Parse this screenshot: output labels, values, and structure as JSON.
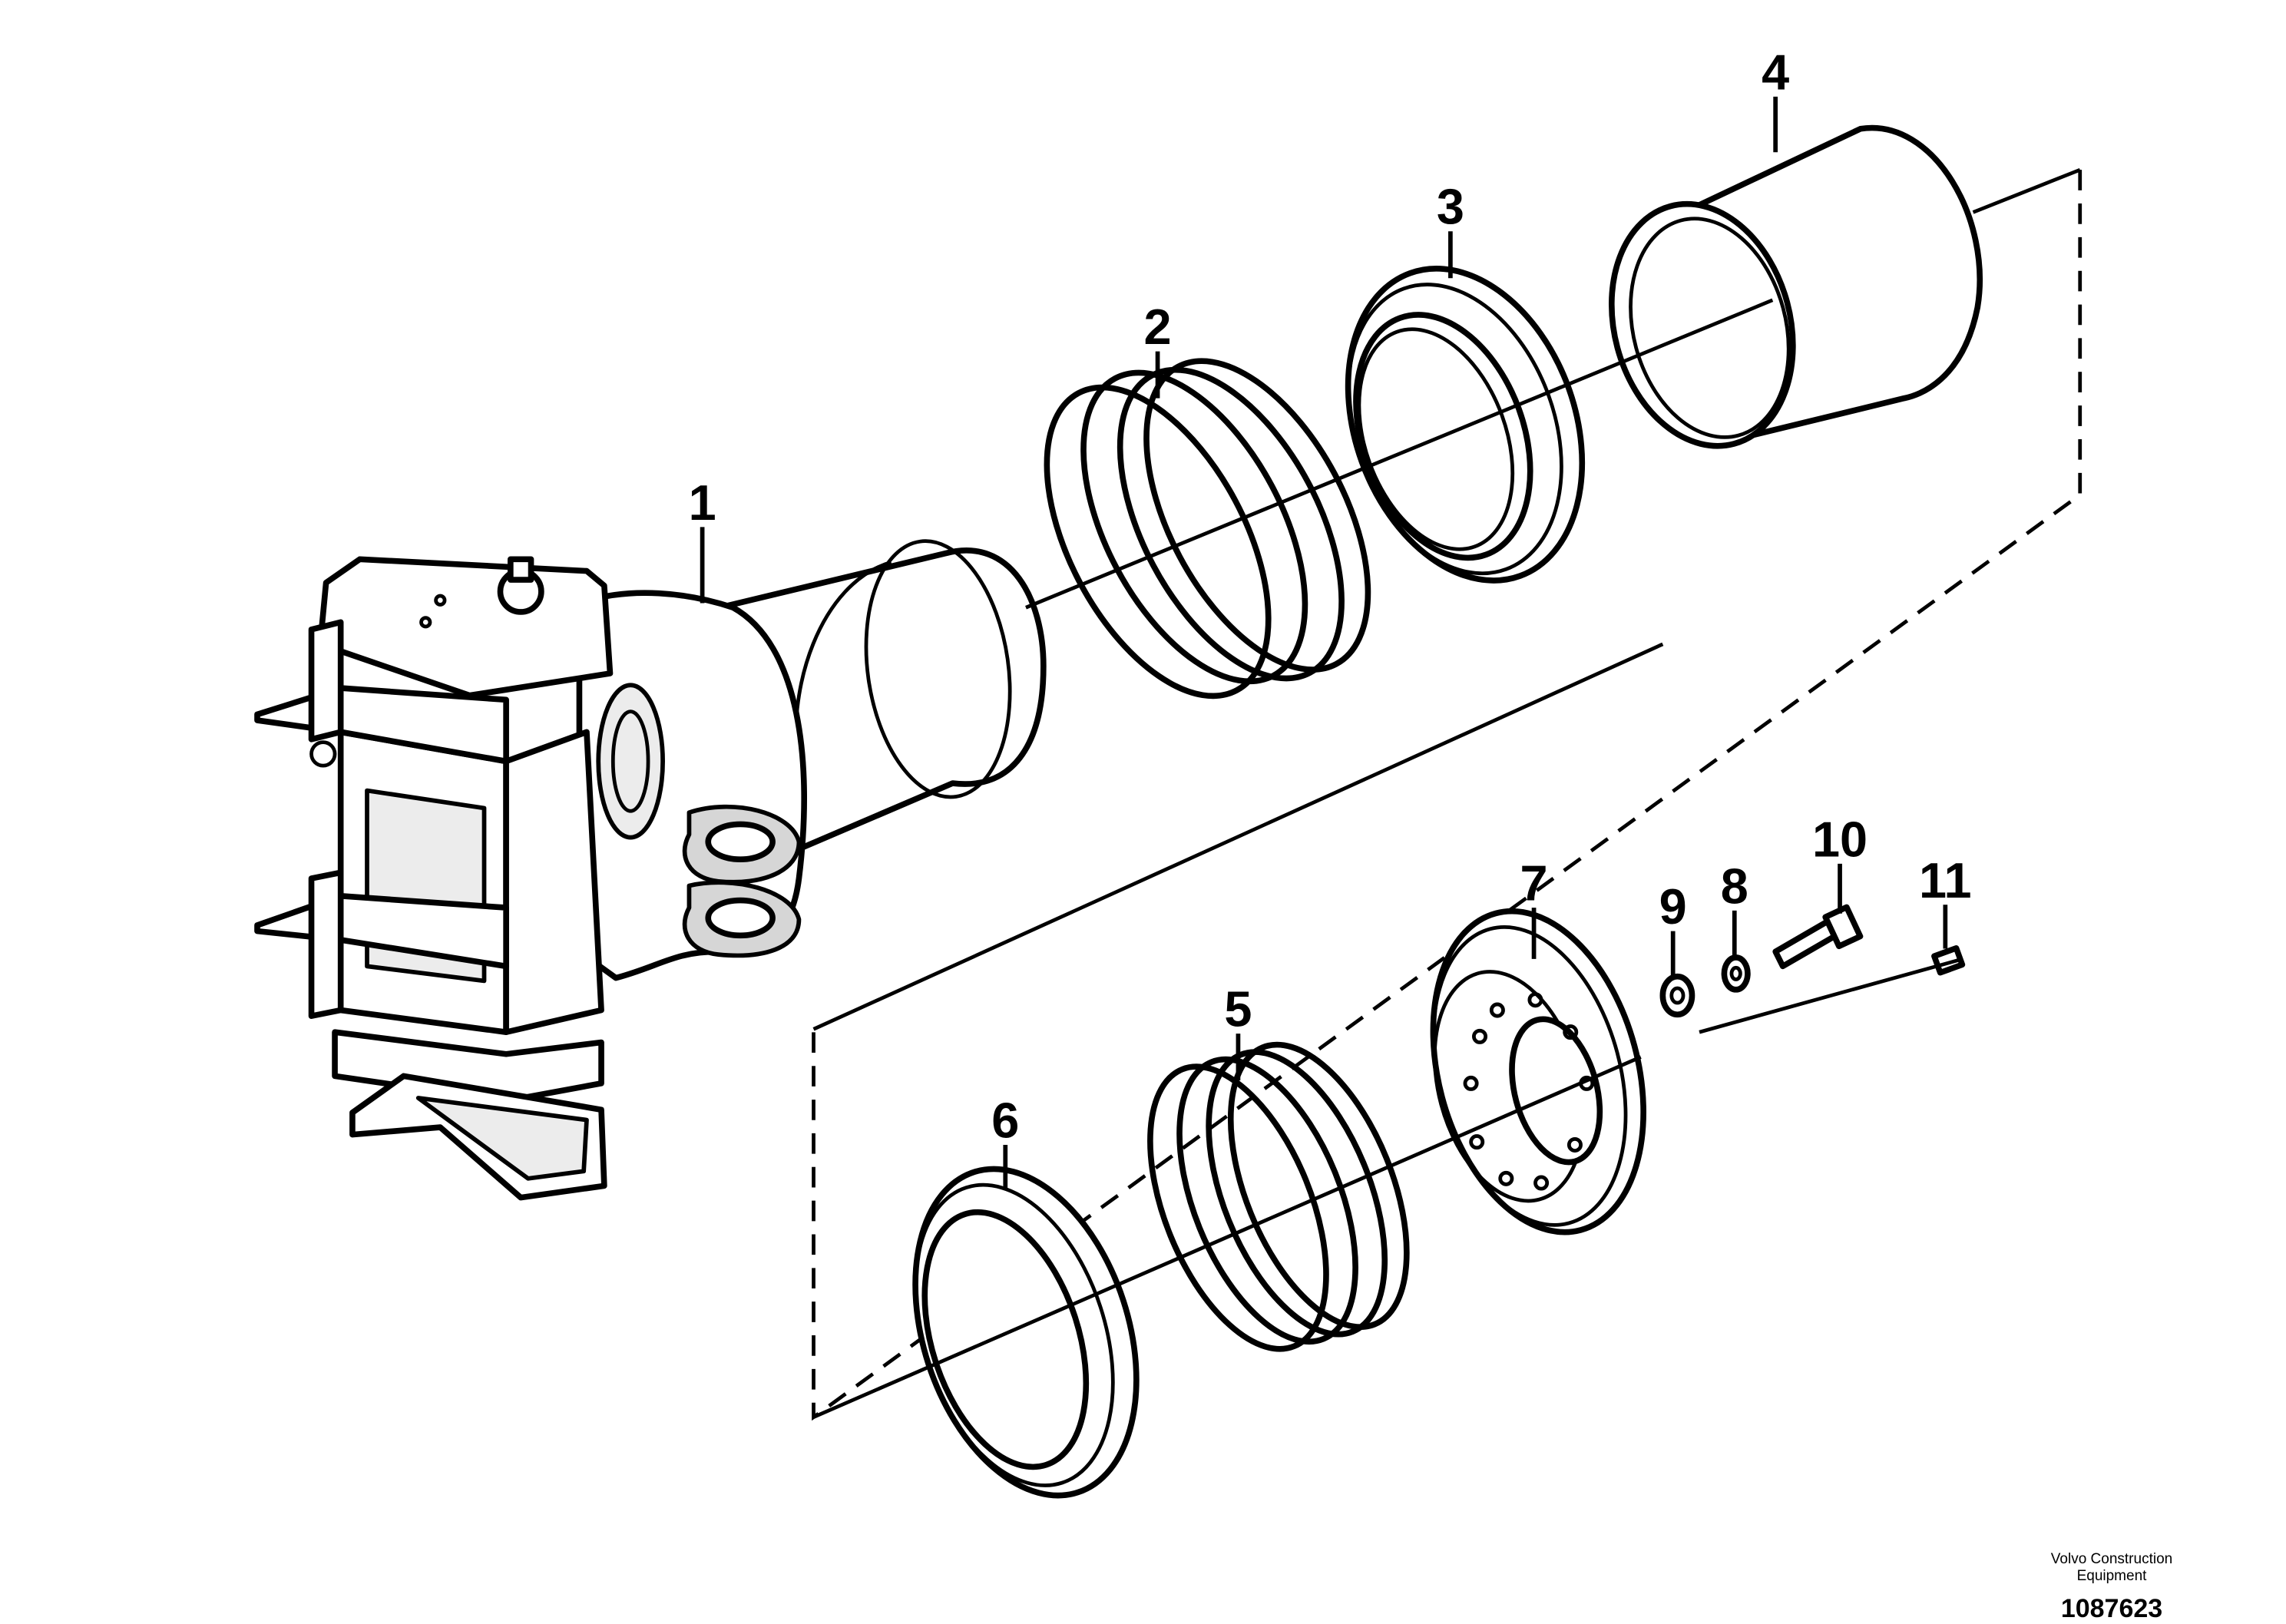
{
  "callouts": [
    {
      "id": "1",
      "label": "1"
    },
    {
      "id": "2",
      "label": "2"
    },
    {
      "id": "3",
      "label": "3"
    },
    {
      "id": "4",
      "label": "4"
    },
    {
      "id": "5",
      "label": "5"
    },
    {
      "id": "6",
      "label": "6"
    },
    {
      "id": "7",
      "label": "7"
    },
    {
      "id": "8",
      "label": "8"
    },
    {
      "id": "9",
      "label": "9"
    },
    {
      "id": "10",
      "label": "10"
    },
    {
      "id": "11",
      "label": "11"
    }
  ],
  "caption": {
    "company": "Volvo Construction Equipment",
    "drawing_number": "1087623"
  }
}
